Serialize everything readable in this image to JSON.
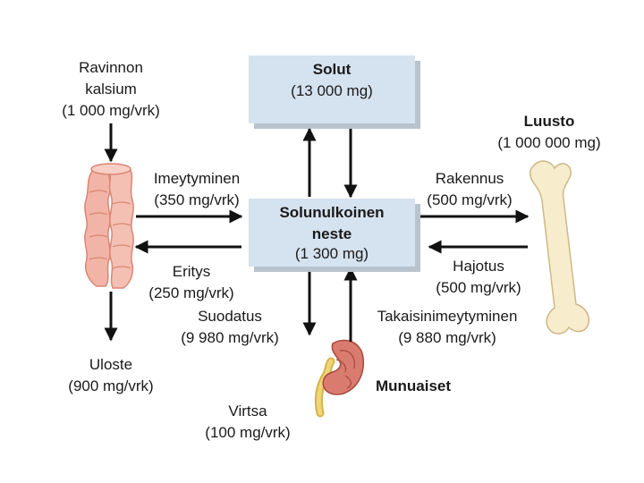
{
  "diet": {
    "line1": "Ravinnon",
    "line2": "kalsium",
    "amount": "(1 000 mg/vrk)"
  },
  "cells": {
    "title": "Solut",
    "amount": "(13 000 mg)"
  },
  "ecf": {
    "line1": "Solunulkoinen",
    "line2": "neste",
    "amount": "(1 300 mg)"
  },
  "bone": {
    "title": "Luusto",
    "amount": "(1 000 000 mg)"
  },
  "absorption": {
    "label": "Imeytyminen",
    "amount": "(350 mg/vrk)"
  },
  "secretion": {
    "label": "Eritys",
    "amount": "(250 mg/vrk)"
  },
  "formation": {
    "label": "Rakennus",
    "amount": "(500 mg/vrk)"
  },
  "resorption": {
    "label": "Hajotus",
    "amount": "(500 mg/vrk)"
  },
  "filtration": {
    "label": "Suodatus",
    "amount": "(9 980 mg/vrk)"
  },
  "reabsorption": {
    "label": "Takaisinimeytyminen",
    "amount": "(9 880 mg/vrk)"
  },
  "feces": {
    "label": "Uloste",
    "amount": "(900 mg/vrk)"
  },
  "kidneys": {
    "label": "Munuaiset"
  },
  "urine": {
    "label": "Virtsa",
    "amount": "(100 mg/vrk)"
  },
  "colors": {
    "box": "#d5e2ef",
    "box_shadow": "#b9c3cd",
    "intestine": "#f2b4a6",
    "bone": "#f7eccb",
    "kidney": "#d97b6e",
    "ureter": "#e4c65c",
    "arrow": "#111111"
  },
  "icons": [
    "intestine-illustration",
    "bone-illustration",
    "kidney-illustration"
  ]
}
